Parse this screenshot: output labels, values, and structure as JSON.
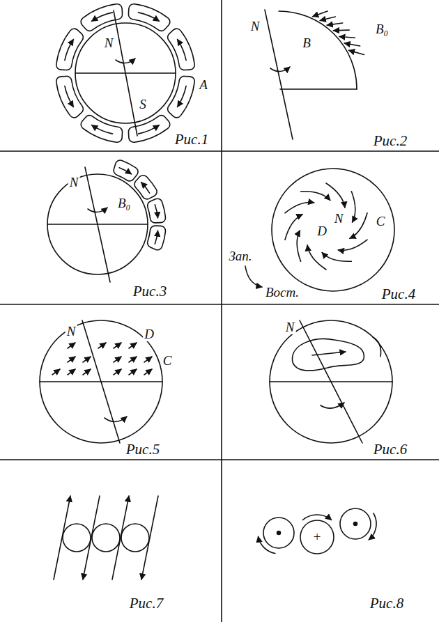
{
  "diagram": {
    "labels": [
      "N",
      "S",
      "A",
      "Рис.1",
      "N",
      "B",
      "B₀",
      "Рис.2",
      "N",
      "B₀",
      "Рис.3",
      "Зап.",
      "Вост.",
      "N",
      "D",
      "C",
      "Рис.4",
      "N",
      "D",
      "C",
      "Рис.5",
      "N",
      "Рис.6",
      "Рис.7",
      "+",
      "Рис.8"
    ]
  }
}
